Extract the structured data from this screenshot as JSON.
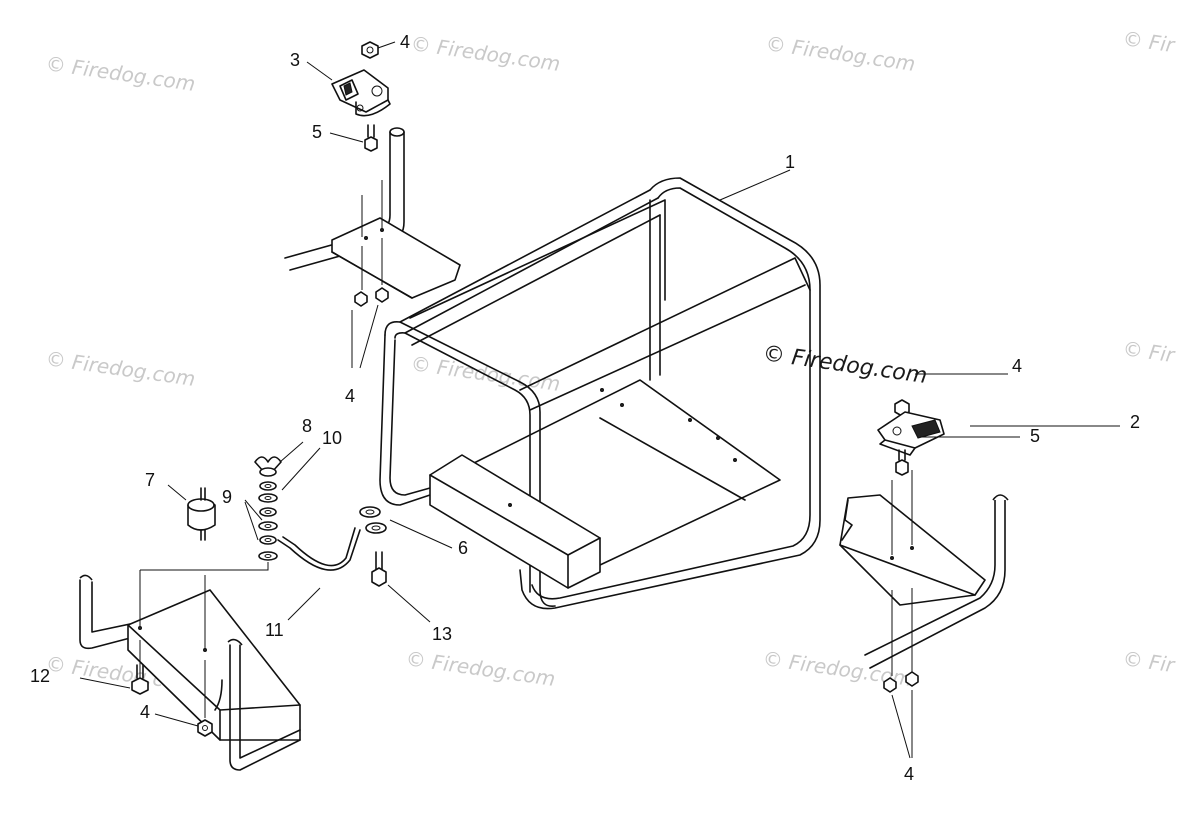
{
  "watermarks": {
    "text": "© Firedog.com",
    "center_text": "© Firedog.com",
    "edge_text": "© Fir"
  },
  "callouts": {
    "c1": "1",
    "c2": "2",
    "c3": "3",
    "c4_top": "4",
    "c5_top": "5",
    "c4_left": "4",
    "c4_right_top": "4",
    "c5_right": "5",
    "c6": "6",
    "c7": "7",
    "c8": "8",
    "c9": "9",
    "c10": "10",
    "c11": "11",
    "c12": "12",
    "c13": "13",
    "c4_bottom_left": "4",
    "c4_bottom_right": "4"
  }
}
